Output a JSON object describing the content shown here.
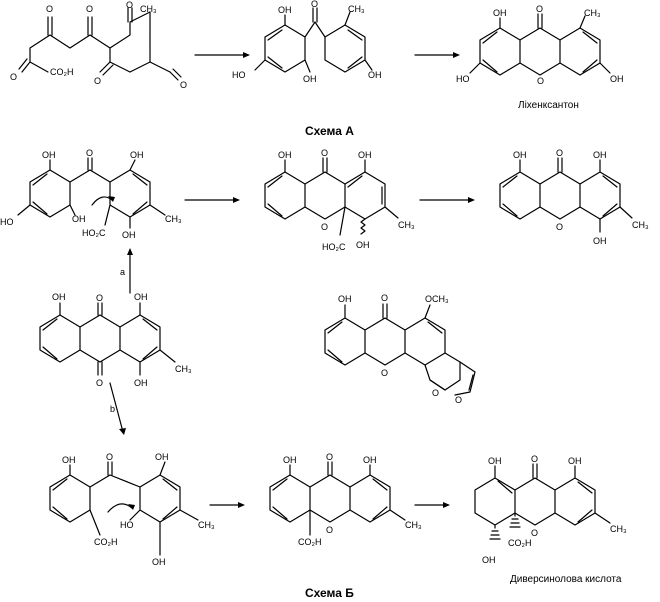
{
  "scheme_a": {
    "title": "Схема А",
    "product_name": "Ліхенксантон"
  },
  "scheme_b": {
    "title": "Схема Б",
    "product_name": "Диверсинолова кислота",
    "path_a_label": "a",
    "path_b_label": "b"
  },
  "atoms": {
    "oh": "OH",
    "ho": "HO",
    "o": "O",
    "co2h": "CO₂H",
    "ho2c": "HO₂C",
    "ch3": "CH₃",
    "och3": "OCH₃"
  }
}
